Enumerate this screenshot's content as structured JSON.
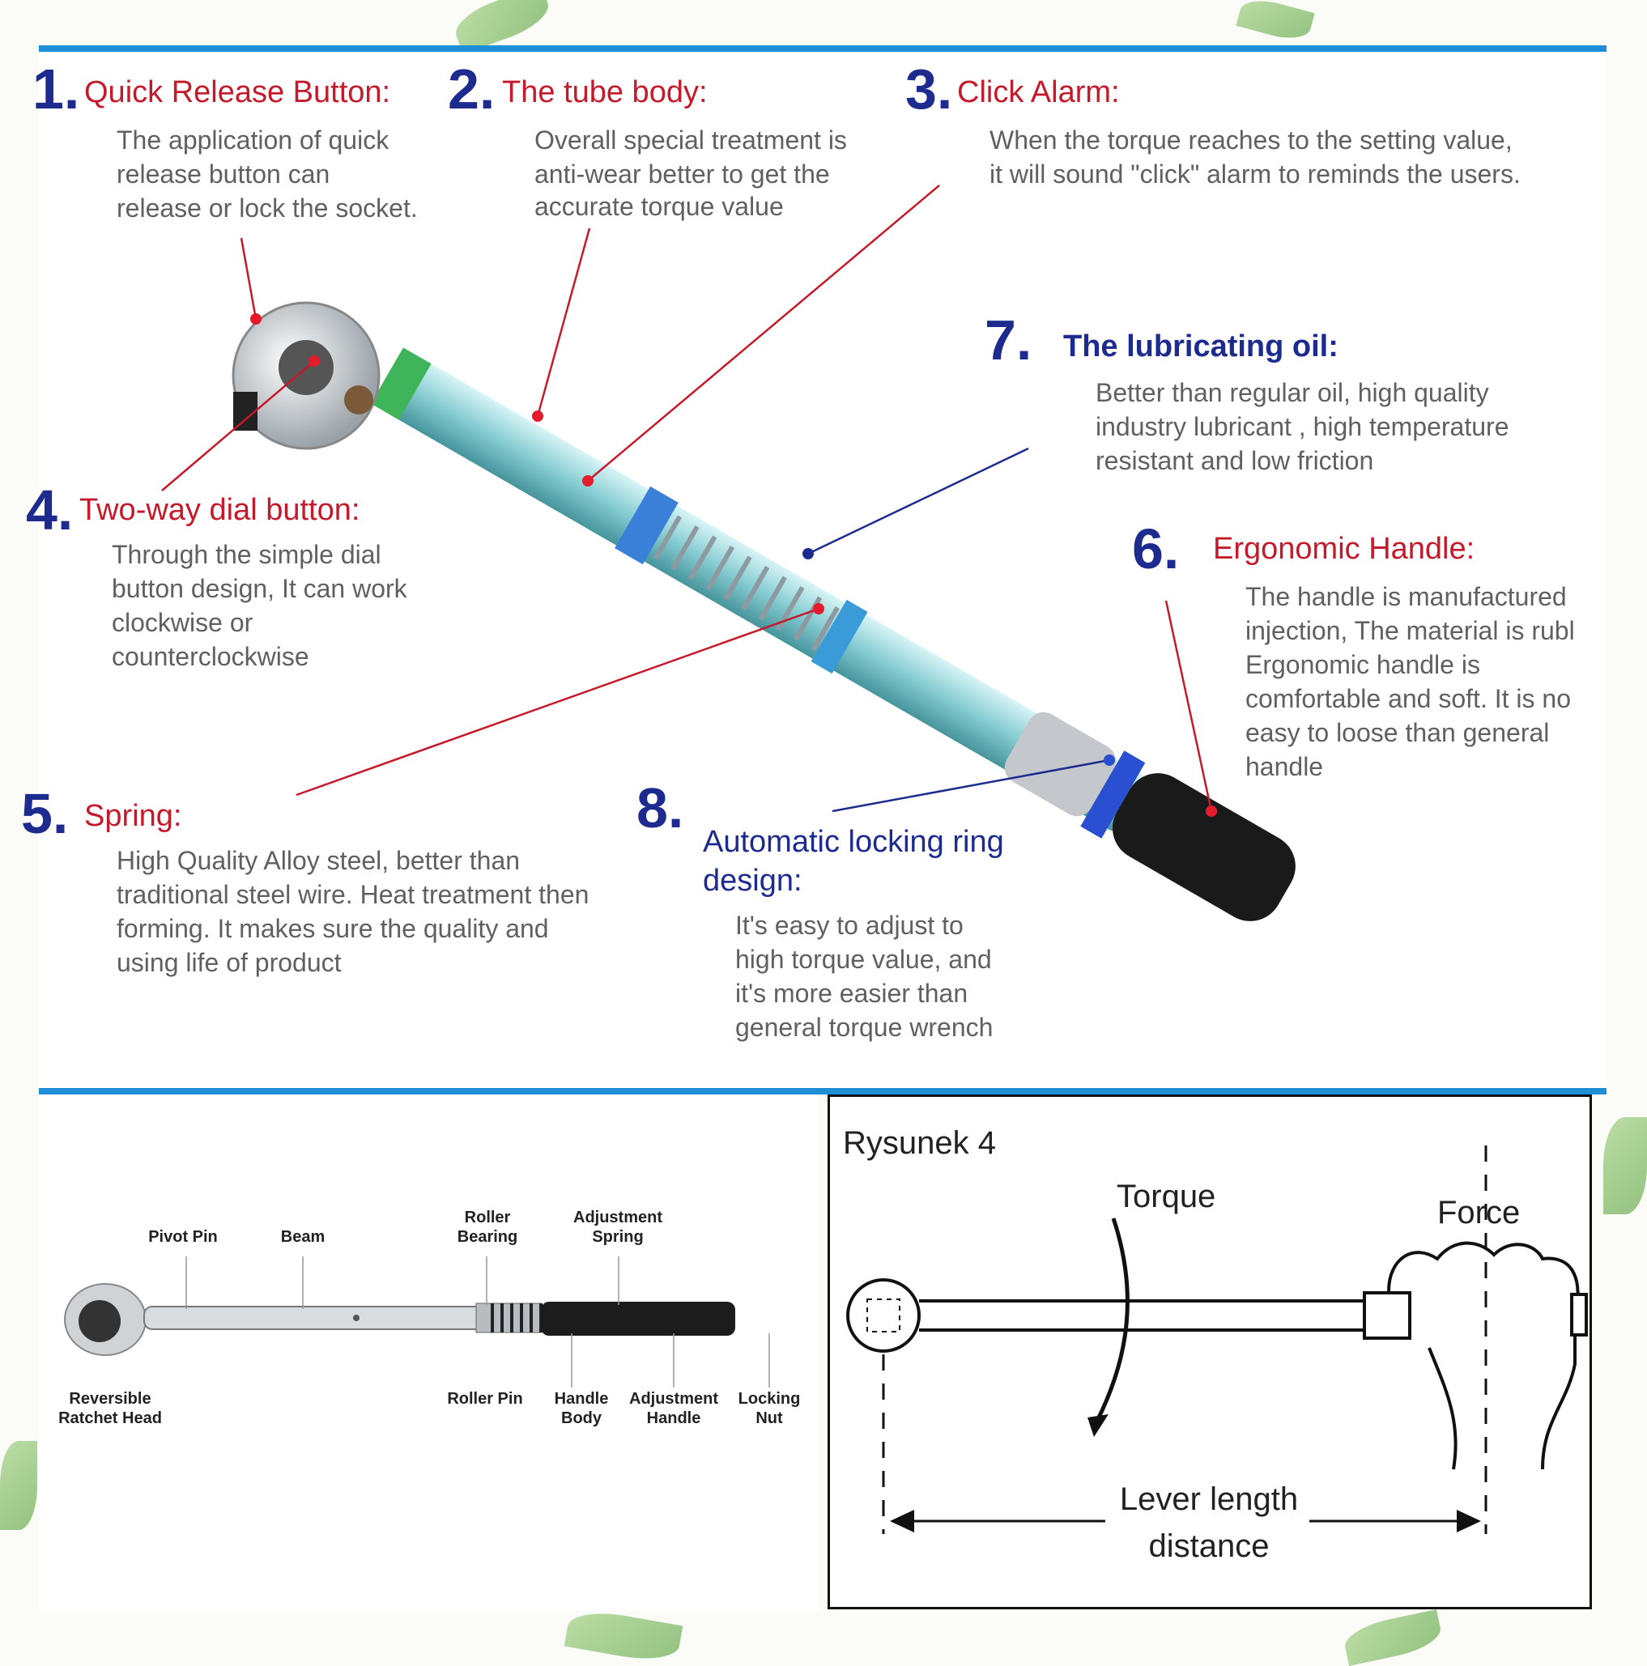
{
  "features": [
    {
      "num": "1.",
      "title": "Quick Release Button:",
      "lines": [
        "The application of quick",
        "release button can",
        "release or lock the socket."
      ]
    },
    {
      "num": "2.",
      "title": "The tube body:",
      "lines": [
        "Overall special treatment is",
        "anti-wear better to get the",
        "accurate torque value"
      ]
    },
    {
      "num": "3.",
      "title": "Click Alarm:",
      "lines": [
        "When the torque reaches to the setting value,",
        "it will sound \"click\" alarm to reminds the users."
      ]
    },
    {
      "num": "4.",
      "title": "Two-way dial button:",
      "lines": [
        "Through the simple dial",
        "button design, It can work",
        "clockwise or",
        "counterclockwise"
      ]
    },
    {
      "num": "5.",
      "title": "Spring:",
      "lines": [
        "High Quality Alloy steel, better than",
        "traditional steel wire. Heat treatment then",
        "forming. It makes sure the quality and",
        "using life of product"
      ]
    },
    {
      "num": "6.",
      "title": "Ergonomic Handle:",
      "lines": [
        "The handle is manufactured",
        "injection, The material is rubl",
        "Ergonomic handle is",
        "comfortable and soft. It is no",
        "easy to loose than general",
        "handle"
      ]
    },
    {
      "num": "7.",
      "title": "The lubricating oil:",
      "lines": [
        "Better than regular oil, high quality",
        "industry lubricant , high temperature",
        "resistant and low friction"
      ]
    },
    {
      "num": "8.",
      "title_lines": [
        "Automatic locking ring",
        "design:"
      ],
      "lines": [
        "It's easy to adjust to",
        "high torque value, and",
        "it's more easier than",
        "general torque wrench"
      ]
    }
  ],
  "wrench_parts": {
    "pivot_pin": "Pivot Pin",
    "beam": "Beam",
    "roller_bearing": [
      "Roller",
      "Bearing"
    ],
    "adjustment_spring": [
      "Adjustment",
      "Spring"
    ],
    "reversible_head": [
      "Reversible",
      "Ratchet Head"
    ],
    "roller_pin": "Roller Pin",
    "handle_body": [
      "Handle",
      "Body"
    ],
    "adjustment_handle": [
      "Adjustment",
      "Handle"
    ],
    "locking_nut": [
      "Locking",
      "Nut"
    ]
  },
  "figure4": {
    "title": "Rysunek 4",
    "torque": "Torque",
    "force": "Force",
    "lever": [
      "Lever length",
      "distance"
    ]
  },
  "colors": {
    "accent_blue": "#1e8fd6",
    "title_red": "#c41a2b",
    "title_navy": "#1d2b8f"
  }
}
